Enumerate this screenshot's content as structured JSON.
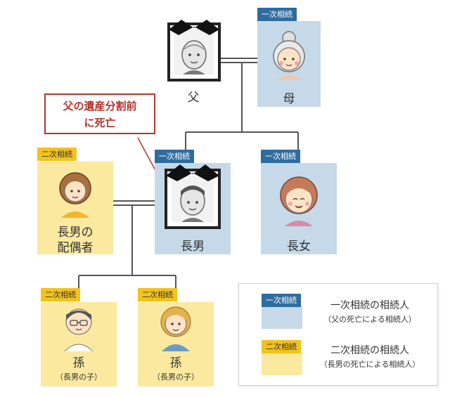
{
  "father": {
    "name": "父"
  },
  "mother": {
    "tag": "一次相続",
    "name": "母"
  },
  "callout": {
    "line1": "父の遺産分割前",
    "line2": "に死亡"
  },
  "spouse": {
    "tag": "二次相続",
    "line1": "長男の",
    "line2": "配偶者"
  },
  "eldest_son": {
    "tag": "一次相続",
    "name": "長男"
  },
  "eldest_daughter": {
    "tag": "一次相続",
    "name": "長女"
  },
  "grandchild1": {
    "tag": "二次相続",
    "name": "孫",
    "sub": "（長男の子）"
  },
  "grandchild2": {
    "tag": "二次相続",
    "name": "孫",
    "sub": "（長男の子）"
  },
  "legend": {
    "primary": {
      "tag": "一次相続",
      "title": "一次相続の相続人",
      "note": "（父の死亡による相続人）"
    },
    "secondary": {
      "tag": "二次相続",
      "title": "二次相続の相続人",
      "note": "（長男の死亡による相続人）"
    }
  },
  "colors": {
    "primary_tag": "#2e6c9e",
    "primary_card": "#c5d9e8",
    "secondary_tag": "#f4c21a",
    "secondary_card": "#fbe9a0",
    "callout": "#b5332b"
  }
}
